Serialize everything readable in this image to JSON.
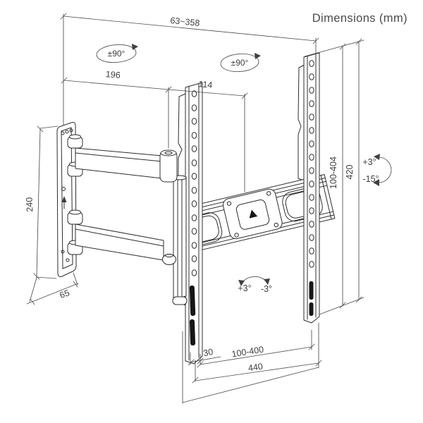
{
  "title": "Dimensions (mm)",
  "dims": {
    "extension_range": "63~358",
    "swivel_left": "±90°",
    "swivel_right": "±90°",
    "arm_rear_length": "196",
    "arm_front_length": "114",
    "wall_plate_height": "240",
    "wall_plate_width": "65",
    "vesa_vertical_range": "100-404",
    "bracket_height": "420",
    "tilt_up": "+3°",
    "tilt_down": "-15°",
    "level_plus": "+3°",
    "level_minus": "-3°",
    "rail_width": "30",
    "vesa_horizontal_range": "100-400",
    "bracket_width": "440"
  }
}
